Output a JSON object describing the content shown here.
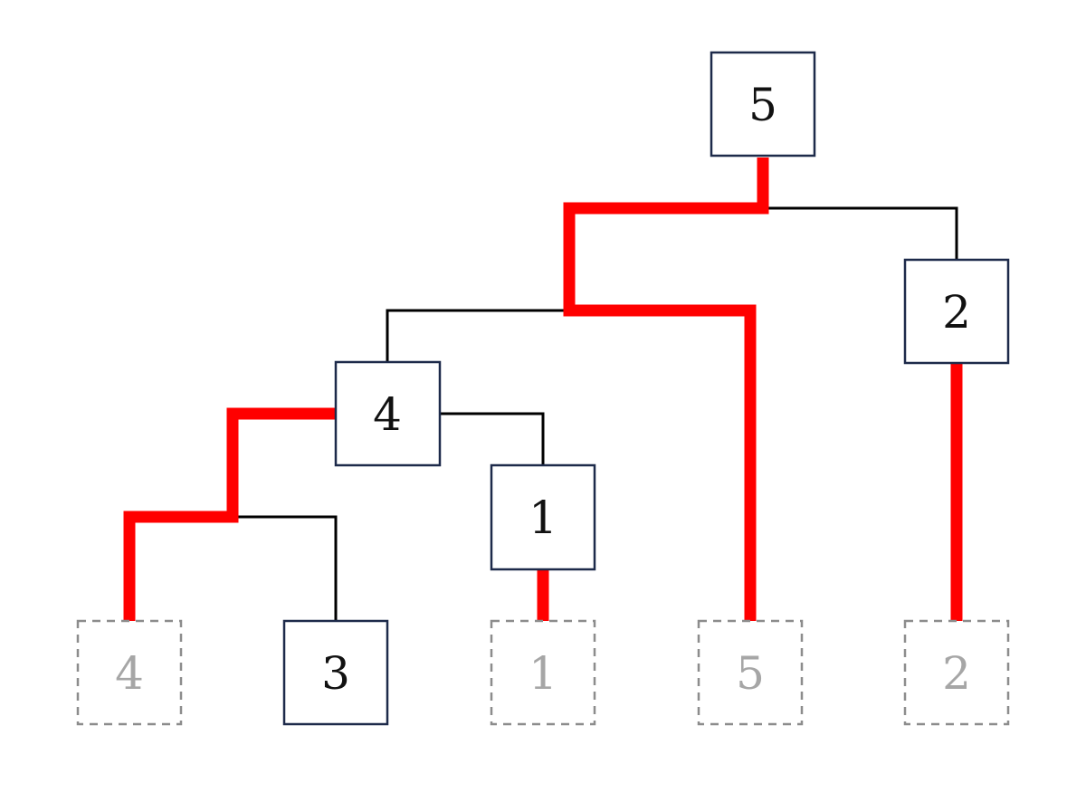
{
  "tree": {
    "nodes": [
      {
        "id": "root",
        "label": "5"
      },
      {
        "id": "left-inner",
        "label": "4"
      },
      {
        "id": "right-inner",
        "label": "2"
      },
      {
        "id": "inner-one",
        "label": "1"
      },
      {
        "id": "inner-three",
        "label": "3"
      }
    ],
    "leaves": [
      {
        "id": "leaf-4",
        "label": "4"
      },
      {
        "id": "leaf-1",
        "label": "1"
      },
      {
        "id": "leaf-5",
        "label": "5"
      },
      {
        "id": "leaf-2",
        "label": "2"
      }
    ]
  },
  "colors": {
    "highlight_path": "#ff0000",
    "edge": "#000000",
    "node_border": "#1d2a4a",
    "leaf_border": "#8c8c8c",
    "leaf_text": "#a6a6a6"
  }
}
